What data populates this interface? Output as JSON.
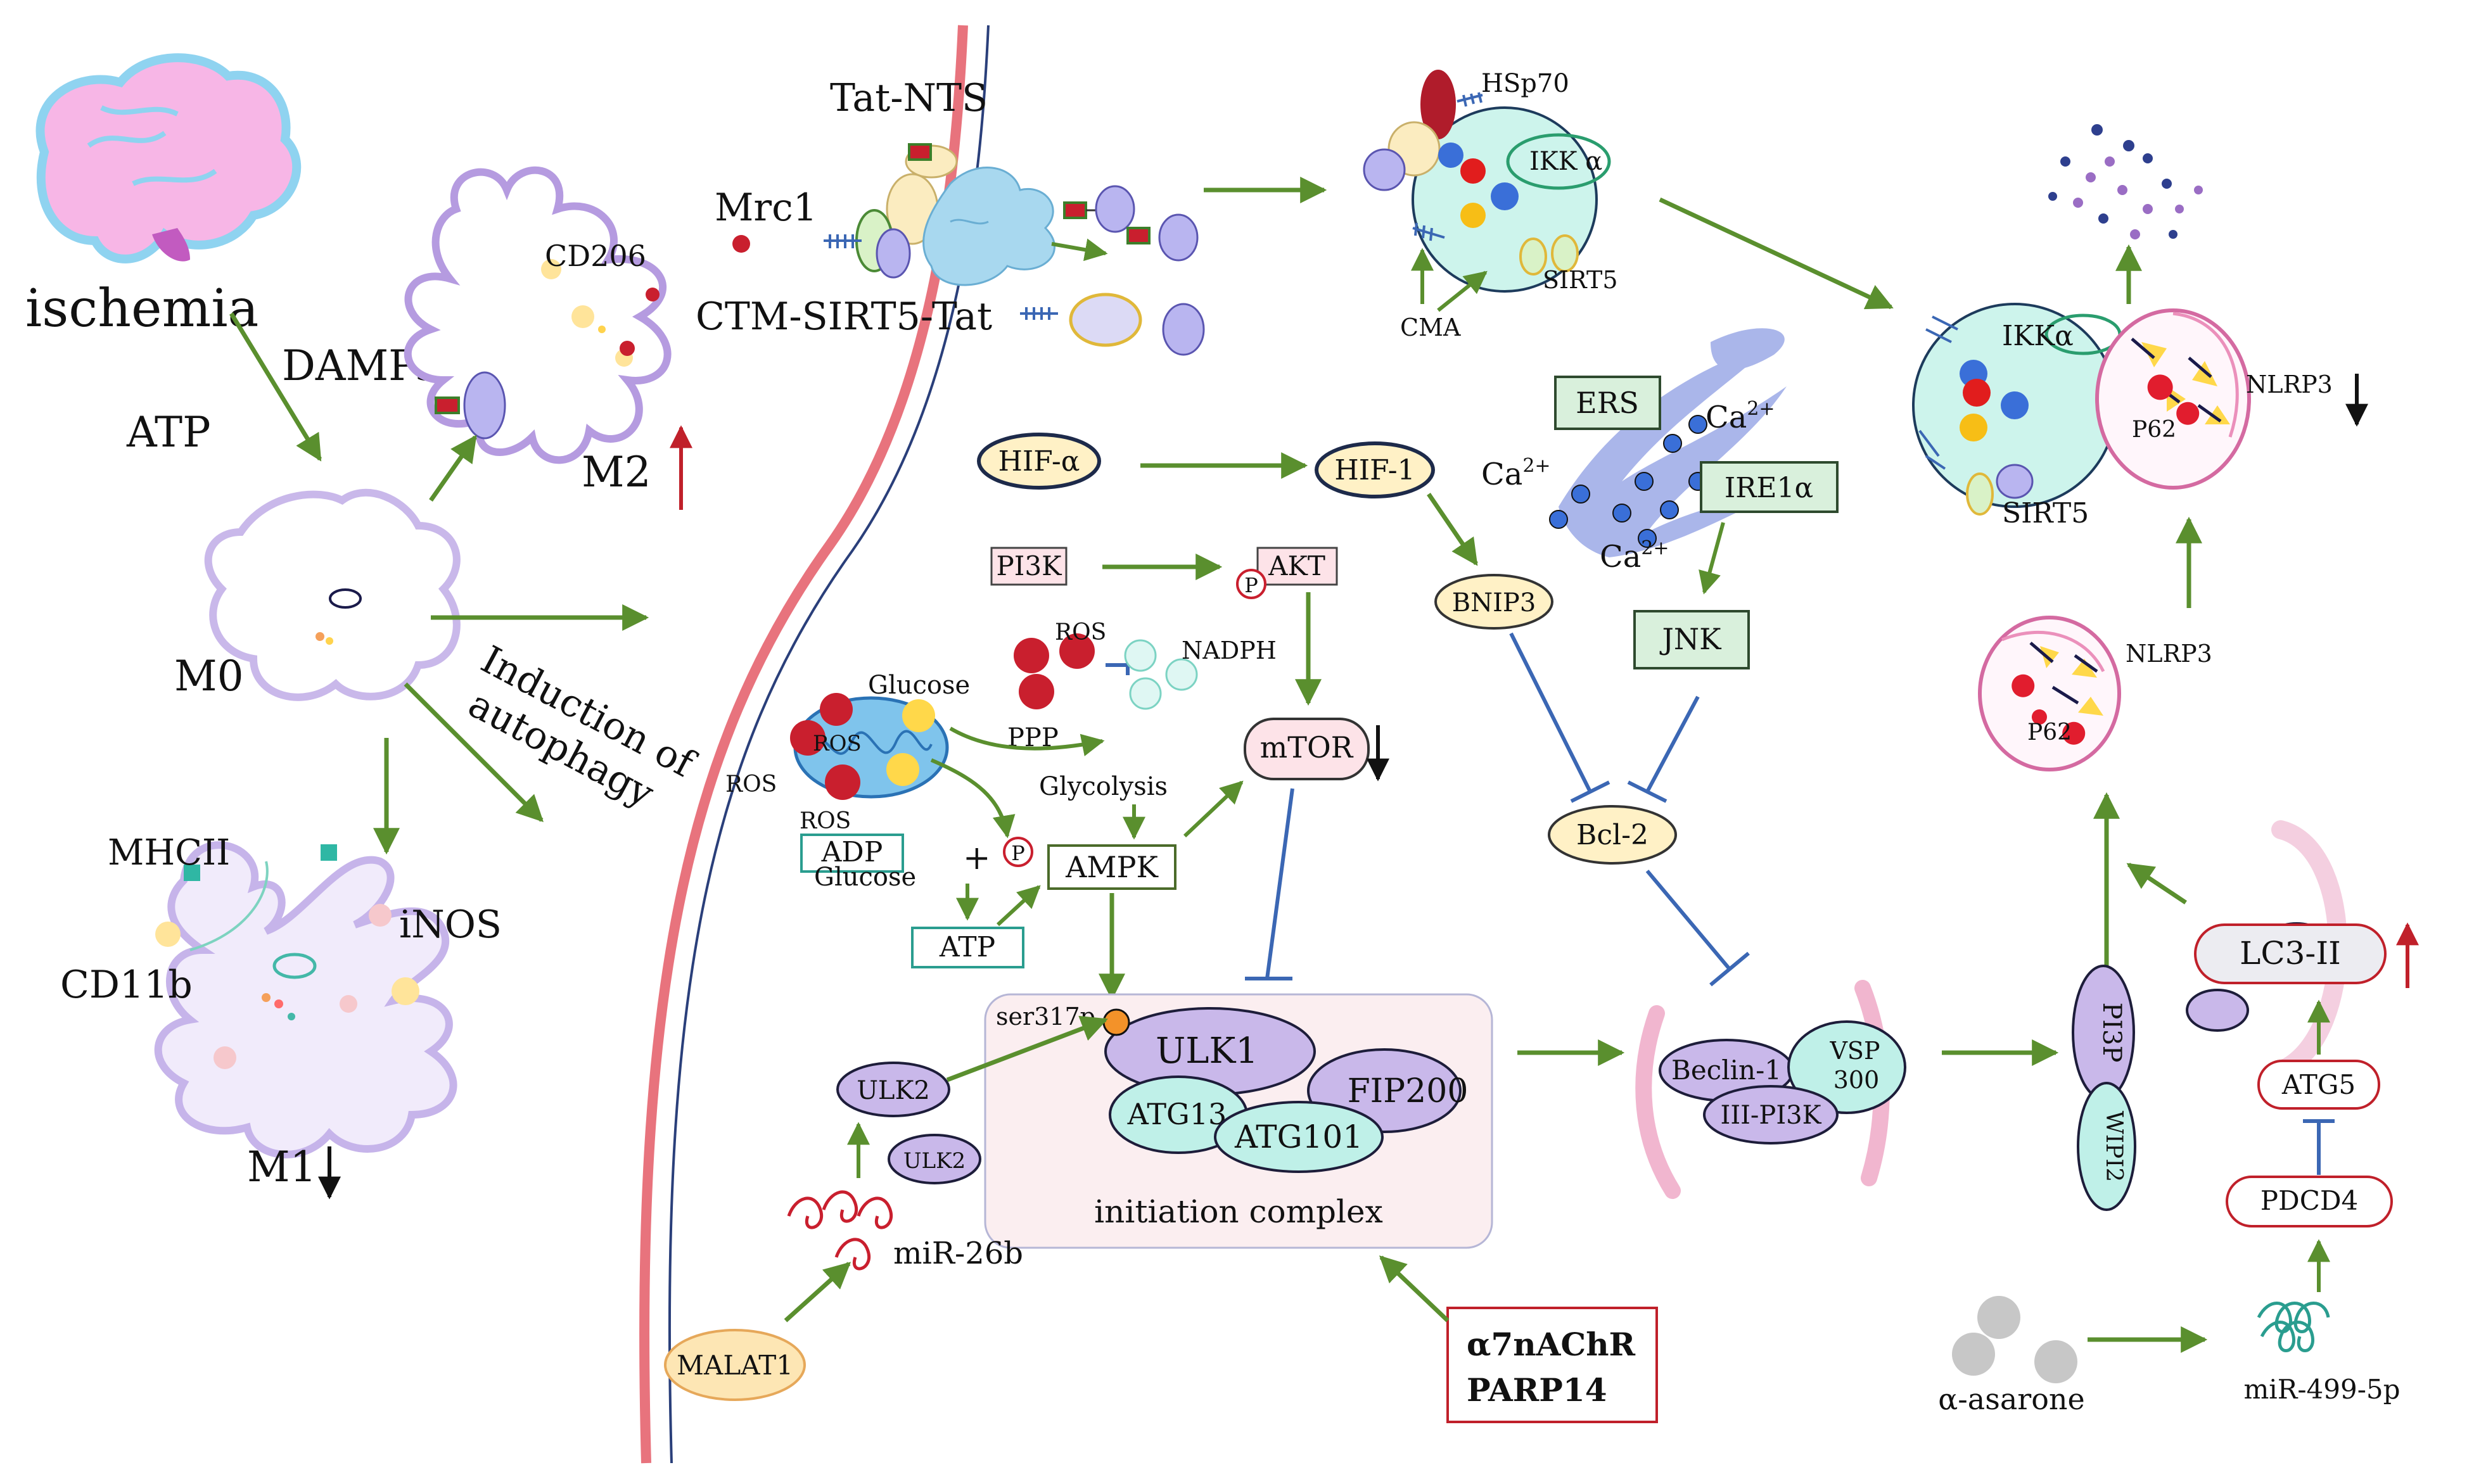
{
  "colors": {
    "arrow_green": "#5a8f2e",
    "inhibit_blue": "#3b67b4",
    "membrane_red": "#e8737d",
    "membrane_blue": "#2a3f7a",
    "lavender": "#c9b8ea",
    "mint": "#c8efe6",
    "cream": "#fff1c6",
    "pink": "#f7c6cf",
    "up_arrow_red": "#c0202a"
  },
  "left": {
    "ischemia": "ischemia",
    "damps": "DAMPs",
    "atp": "ATP",
    "m0": "M0",
    "m1": "M1",
    "m2": "M2",
    "mrc1": "Mrc1",
    "cd206": "CD206",
    "mhcii": "MHCII",
    "inos": "iNOS",
    "cd11b": "CD11b",
    "induction_line1": "Induction of",
    "induction_line2": "autophagy",
    "icons": [
      "brain-icon",
      "macrophage-icon"
    ]
  },
  "top": {
    "tat_nts": "Tat-NTS",
    "ctm_sirt5_tat": "CTM-SIRT5-Tat",
    "hsp70": "HSp70",
    "ikka_small": "IKK α",
    "sirt5_small": "SIRT5",
    "cma": "CMA"
  },
  "right_top": {
    "ikka": "IKKα",
    "sirt5": "SIRT5",
    "p62_top": "P62",
    "nlrp3_top": "NLRP3",
    "p62_mid": "P62",
    "nlrp3_mid": "NLRP3"
  },
  "signaling": {
    "hif_a": "HIF-α",
    "hif_1": "HIF-1",
    "pi3k": "PI3K",
    "akt": "AKT",
    "p": "P",
    "ros": "ROS",
    "nadph": "NADPH",
    "glucose": "Glucose",
    "ppp": "PPP",
    "glycolysis": "Glycolysis",
    "adp": "ADP",
    "glucose2": "Glucose",
    "plus": "+",
    "atp": "ATP",
    "ampk": "AMPK",
    "mtor": "mTOR",
    "bnip3": "BNIP3",
    "ers": "ERS",
    "ca": "Ca",
    "ca_sup": "2+",
    "ire1a": "IRE1α",
    "jnk": "JNK",
    "bcl2": "Bcl-2"
  },
  "complex": {
    "ser317p": "ser317p",
    "ulk1": "ULK1",
    "fip200": "FIP200",
    "atg13": "ATG13",
    "atg101": "ATG101",
    "label": "initiation complex",
    "ulk2_a": "ULK2",
    "ulk2_b": "ULK2",
    "mir26b": "miR-26b",
    "malat1": "MALAT1",
    "a7nachr": "α7nAChR",
    "parp14": "PARP14"
  },
  "vps": {
    "beclin1": "Beclin-1",
    "vsp": "VSP",
    "vsp300": "300",
    "iii_pi3k": "III-PI3K",
    "pi3p": "PI3P",
    "wipi2": "WIPI2"
  },
  "lc3": {
    "lc3ii": "LC3-II",
    "atg5": "ATG5",
    "pdcd4": "PDCD4",
    "mir499": "miR-499-5p",
    "asarone": "α-asarone"
  }
}
